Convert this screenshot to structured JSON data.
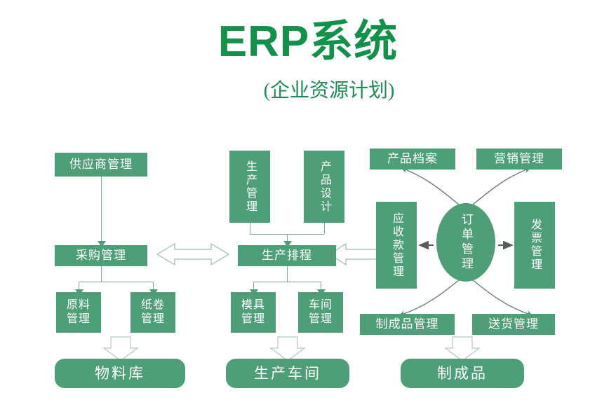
{
  "header": {
    "title": "ERP系统",
    "subtitle": "(企业资源计划)"
  },
  "colors": {
    "title_green": "#13914a",
    "box_green": "#4e9e77",
    "line_green": "#7fae97",
    "text_white": "#ffffff",
    "background": "#ffffff"
  },
  "diagram": {
    "type": "flowchart",
    "nodes": {
      "supplier_mgmt": "供应商管理",
      "purchase_mgmt": "采购管理",
      "raw_material_mgmt": "原料\n管理",
      "paper_roll_mgmt": "纸卷\n管理",
      "material_warehouse": "物料库",
      "production_mgmt": "生产管理",
      "product_design": "产品设计",
      "production_schedule": "生产排程",
      "mold_mgmt": "模具\n管理",
      "workshop_mgmt": "车间\n管理",
      "production_workshop": "生产车间",
      "product_archive": "产品档案",
      "marketing_mgmt": "营销管理",
      "receivable_mgmt": "应收款管理",
      "order_mgmt": "订单管理",
      "invoice_mgmt": "发票管理",
      "finished_goods_mgmt": "制成品管理",
      "delivery_mgmt": "送货管理",
      "finished_goods": "制成品"
    }
  }
}
